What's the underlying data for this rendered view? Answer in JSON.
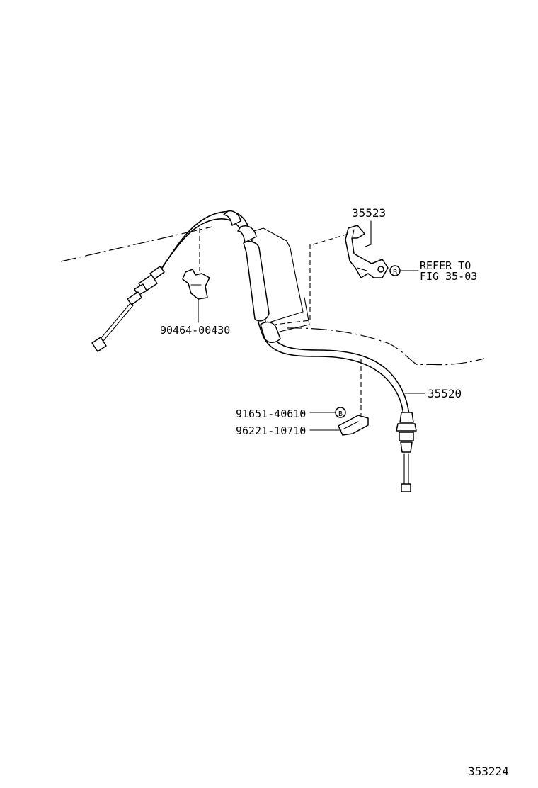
{
  "figure_number": "353224",
  "callouts": {
    "bracket_upper": "35523",
    "refer_line1": "REFER TO",
    "refer_line2": "FIG 35-03",
    "clamp_left": "90464-00430",
    "cable_main": "35520",
    "bolt_lower": "91651-40610",
    "clamp_lower": "96221-10710",
    "bolt_symbol_upper": "B",
    "bolt_symbol_lower": "B"
  }
}
